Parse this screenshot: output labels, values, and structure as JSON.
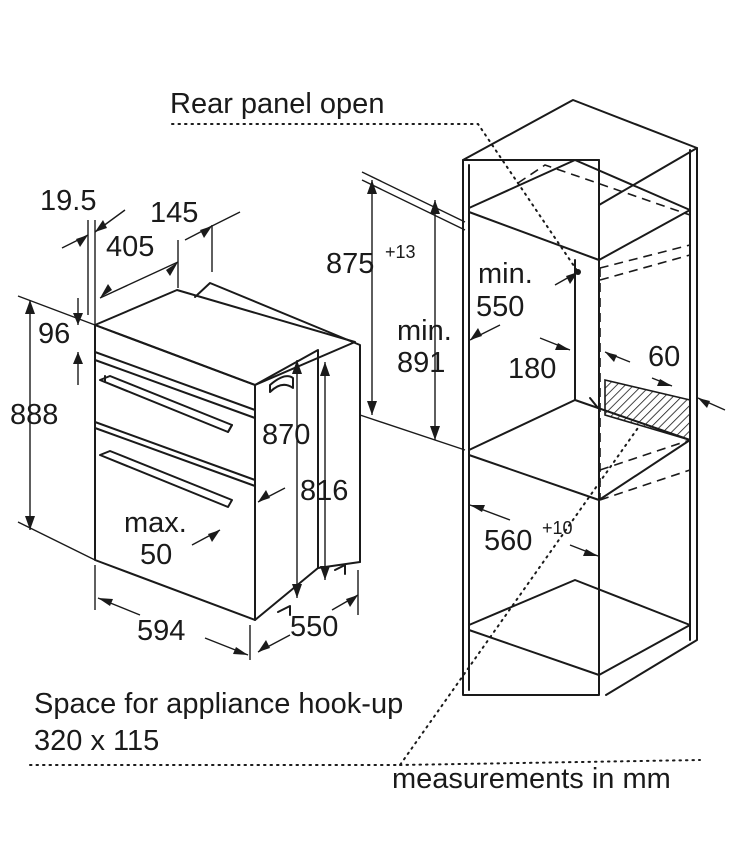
{
  "labels": {
    "rear_panel": "Rear panel open",
    "hookup_line1": "Space for appliance hook-up",
    "hookup_line2": "320 x 115",
    "units_note": "measurements in mm"
  },
  "dims": {
    "d19_5": "19.5",
    "d145": "145",
    "d405": "405",
    "d96": "96",
    "d888": "888",
    "d870": "870",
    "d816": "816",
    "max": "max.",
    "d50": "50",
    "d594": "594",
    "d550": "550",
    "d875": "875",
    "d875_tol": "+13",
    "min_a": "min.",
    "d891": "891",
    "min_b": "min.",
    "d550_niche": "550",
    "d180": "180",
    "d60": "60",
    "d560": "560",
    "d560_tol": "+10"
  }
}
